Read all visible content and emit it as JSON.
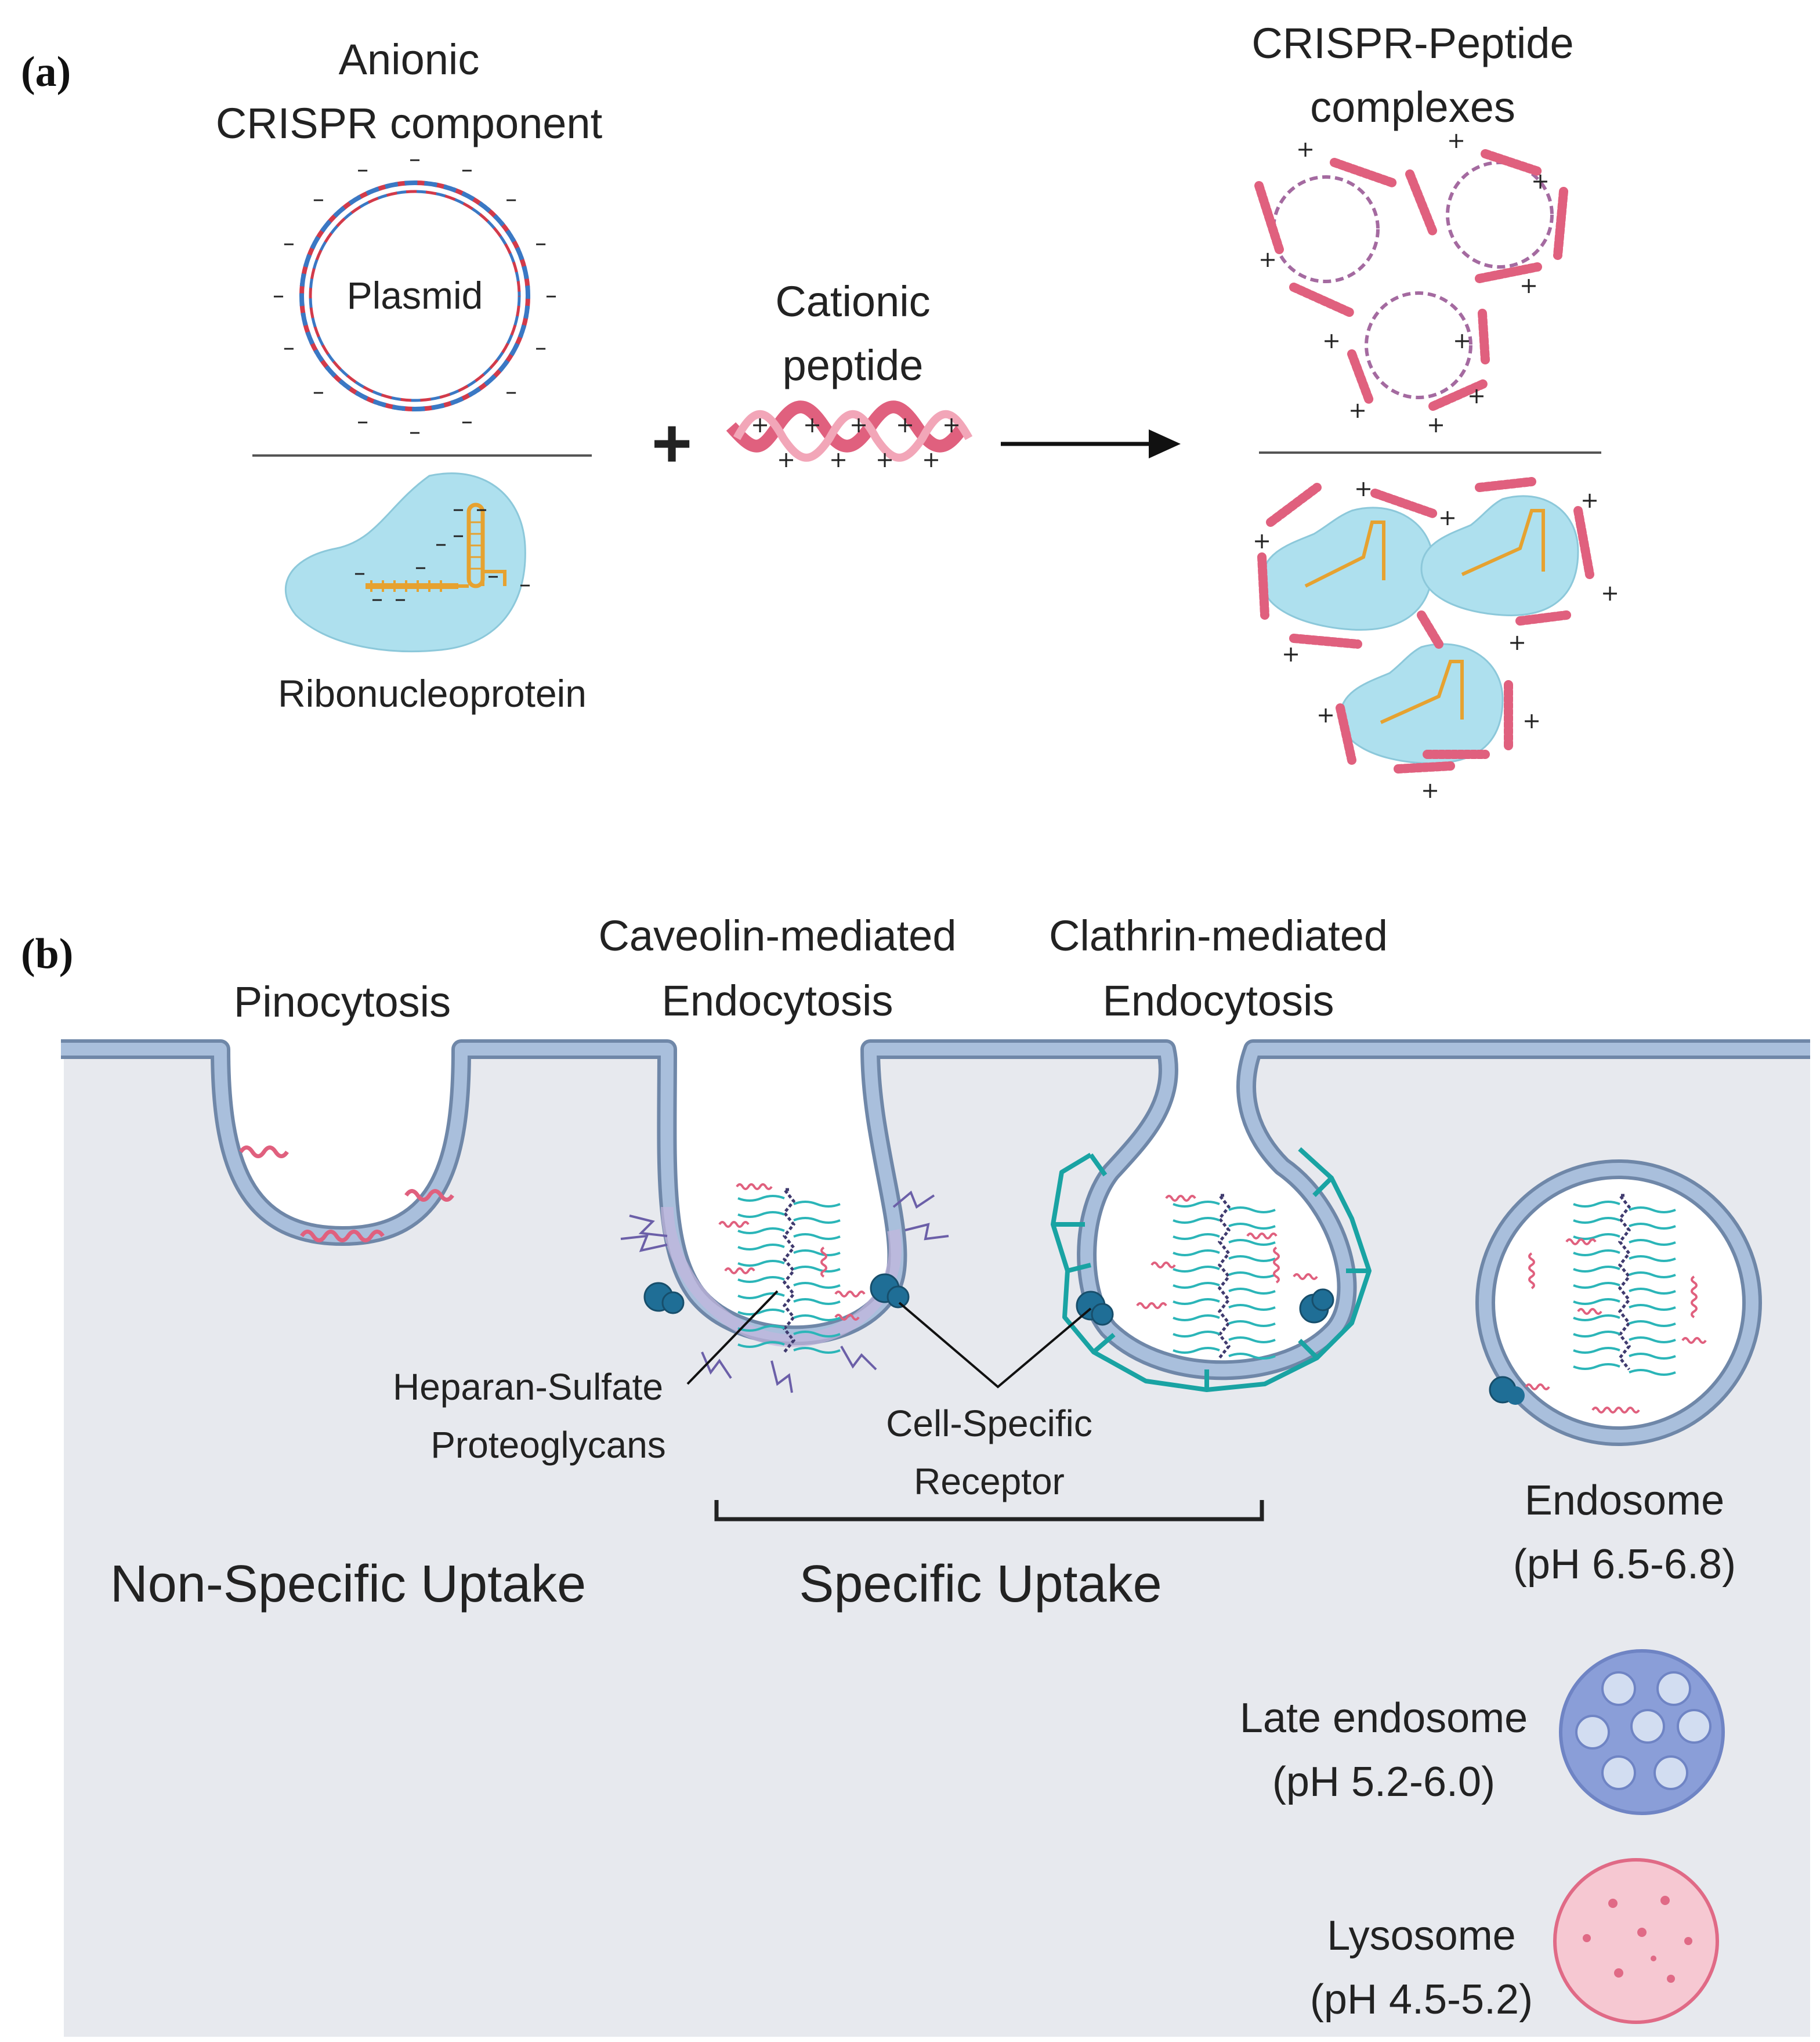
{
  "panel_a": {
    "tag": "(a)",
    "anionic_title_line1": "Anionic",
    "anionic_title_line2": "CRISPR component",
    "plasmid_label": "Plasmid",
    "rnp_label": "Ribonucleoprotein",
    "plus_sign": "+",
    "cationic_line1": "Cationic",
    "cationic_line2": "peptide",
    "complexes_line1": "CRISPR-Peptide",
    "complexes_line2": "complexes"
  },
  "panel_b": {
    "tag": "(b)",
    "pinocytosis": "Pinocytosis",
    "caveolin_line1": "Caveolin-mediated",
    "caveolin_line2": "Endocytosis",
    "clathrin_line1": "Clathrin-mediated",
    "clathrin_line2": "Endocytosis",
    "hspg_line1": "Heparan-Sulfate",
    "hspg_line2": "Proteoglycans",
    "receptor_line1": "Cell-Specific",
    "receptor_line2": "Receptor",
    "non_specific": "Non-Specific Uptake",
    "specific": "Specific Uptake",
    "endosome_line1": "Endosome",
    "endosome_line2": "(pH 6.5-6.8)",
    "late_endosome_line1": "Late endosome",
    "late_endosome_line2": "(pH 5.2-6.0)",
    "lysosome_line1": "Lysosome",
    "lysosome_line2": "(pH 4.5-5.2)"
  },
  "colors": {
    "membrane": "#a9bfdc",
    "membrane_edge": "#6f87a8",
    "cytoplasm": "#e7e9ee",
    "peptide": "#e0607e",
    "protein": "#aee0ee",
    "rna": "#e6a230",
    "receptor": "#1f6e96",
    "clathrin": "#19a3a3",
    "late_endosome": "#8a9ed8",
    "lysosome": "#f6c8d2"
  }
}
